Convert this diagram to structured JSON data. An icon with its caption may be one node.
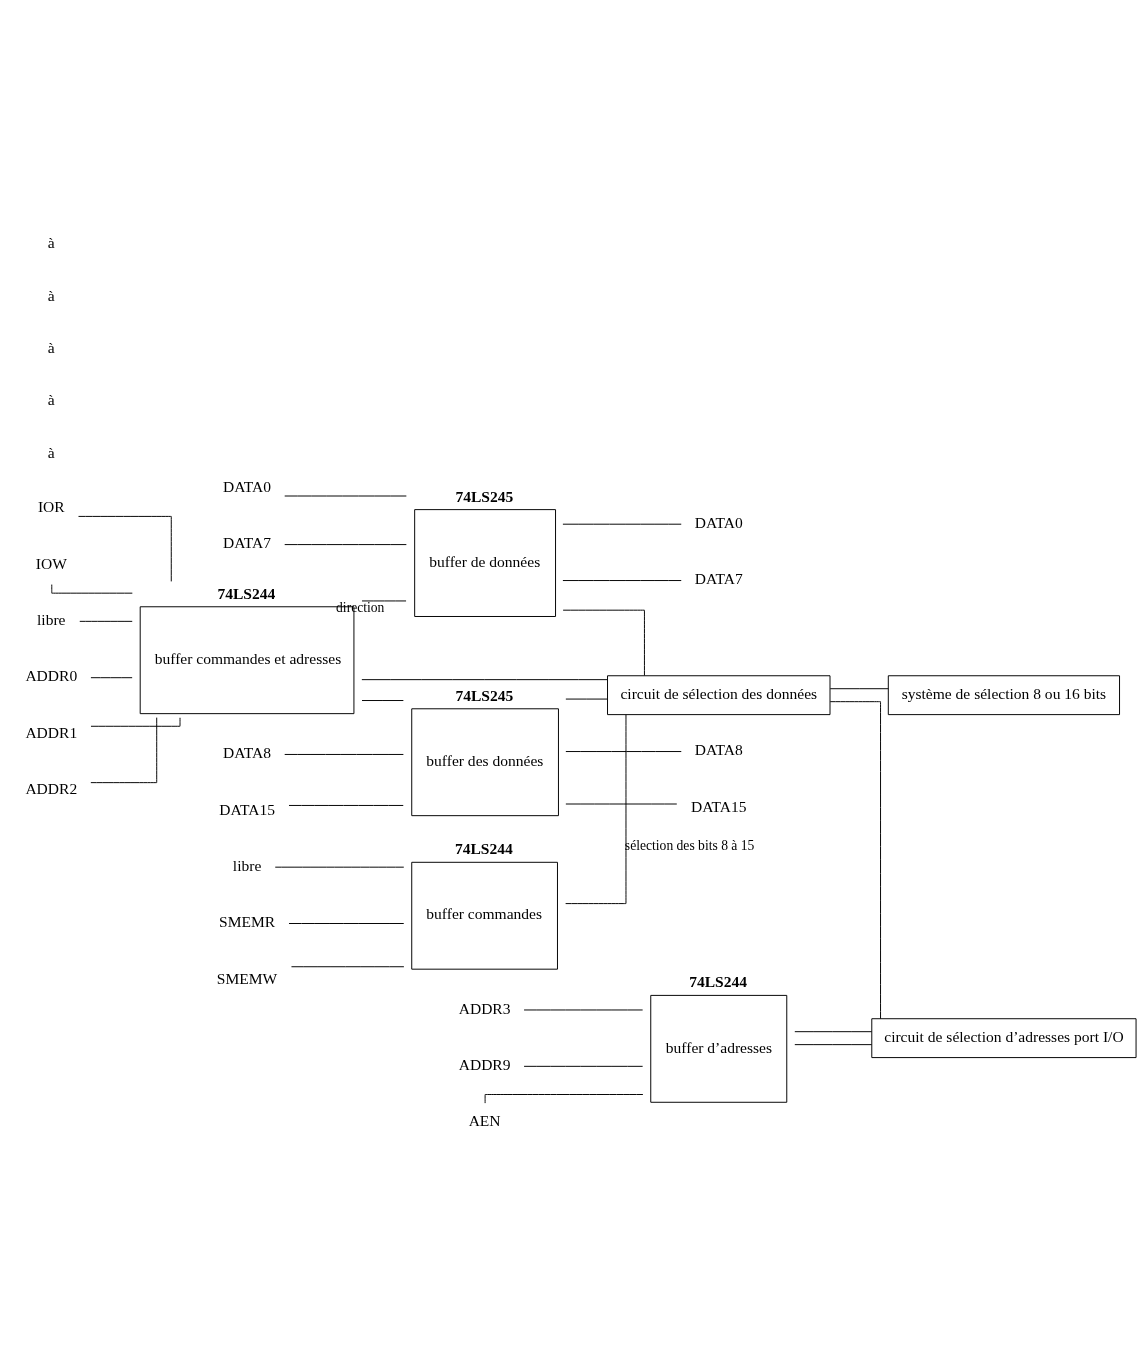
{
  "diagram": {
    "nodes": [
      {
        "text": [
          "74LS245",
          "buffer de données"
        ]
      },
      {
        "text": [
          "DATA0"
        ]
      },
      {
        "text": [
          "DATA7"
        ]
      },
      {
        "text": [
          "DATA0"
        ]
      },
      {
        "text": [
          "DATA7"
        ]
      },
      {
        "text": [
          "74LS245",
          "buffer des données"
        ]
      },
      {
        "text": [
          "DATA8"
        ]
      },
      {
        "text": [
          "DATA15"
        ]
      },
      {
        "text": [
          "DATA8"
        ]
      },
      {
        "text": [
          "DATA15"
        ]
      },
      {
        "text": [
          "74LS244",
          "buffer commandes et adresses"
        ]
      },
      {
        "text": [
          "IOR"
        ]
      },
      {
        "text": [
          "IOW"
        ]
      },
      {
        "text": [
          "libre"
        ]
      },
      {
        "text": [
          "ADDR0"
        ]
      },
      {
        "text": [
          "ADDR1"
        ]
      },
      {
        "text": [
          "ADDR2"
        ]
      },
      {
        "text": [
          "circuit de sélection des données"
        ]
      },
      {
        "text": [
          "système de sélection 8 ou 16 bits"
        ]
      },
      {
        "text": [
          "74LS244",
          "buffer d’adresses"
        ]
      },
      {
        "text": [
          "ADDR3"
        ]
      },
      {
        "text": [
          "ADDR9"
        ]
      },
      {
        "text": [
          "AEN"
        ]
      },
      {
        "text": [
          "circuit de sélection d’adresses port I/O"
        ]
      },
      {
        "text": [
          "74LS244",
          "buffer commandes"
        ]
      },
      {
        "text": [
          "libre"
        ]
      },
      {
        "text": [
          "SMEMR"
        ]
      },
      {
        "text": [
          "SMEMW"
        ]
      }
    ],
    "edges": [
      {
        "from": 1,
        "to": 0,
        "arrow": "none"
      },
      {
        "from": 2,
        "to": 0,
        "arrow": "none"
      },
      {
        "from": 0,
        "to": 3,
        "arrow": "none"
      },
      {
        "from": 0,
        "to": 4,
        "arrow": "none"
      },
      {
        "from": 6,
        "to": 5,
        "arrow": "none"
      },
      {
        "from": 7,
        "to": 5,
        "arrow": "none"
      },
      {
        "from": 5,
        "to": 8,
        "arrow": "none"
      },
      {
        "from": 5,
        "to": 9,
        "arrow": "none"
      },
      {
        "from": 11,
        "to": 10,
        "arrow": "none"
      },
      {
        "from": 12,
        "to": 10,
        "arrow": "none"
      },
      {
        "from": 13,
        "to": 10,
        "arrow": "none"
      },
      {
        "from": 14,
        "to": 10,
        "arrow": "none"
      },
      {
        "from": 15,
        "to": 10,
        "arrow": "none"
      },
      {
        "from": 16,
        "to": 10,
        "arrow": "none"
      },
      {
        "from": 10,
        "to": 0,
        "arrow": "none",
        "label": "direction"
      },
      {
        "from": 10,
        "to": 5,
        "arrow": "none"
      },
      {
        "from": 10,
        "to": 17,
        "arrow": "none"
      },
      {
        "from": 0,
        "to": 17,
        "arrow": "none"
      },
      {
        "from": 5,
        "to": 17,
        "arrow": "none"
      },
      {
        "from": 17,
        "to": 18,
        "arrow": "none"
      },
      {
        "from": 17,
        "to": 23,
        "arrow": "none"
      },
      {
        "from": 20,
        "to": 19,
        "arrow": "none"
      },
      {
        "from": 21,
        "to": 19,
        "arrow": "none"
      },
      {
        "from": 22,
        "to": 19,
        "arrow": "none"
      },
      {
        "from": 19,
        "to": 23,
        "arrow": "none"
      },
      {
        "from": 19,
        "to": 23,
        "arrow": "none"
      },
      {
        "from": 25,
        "to": 24,
        "arrow": "none"
      },
      {
        "from": 26,
        "to": 24,
        "arrow": "none"
      },
      {
        "from": 27,
        "to": 24,
        "arrow": "none"
      },
      {
        "from": 24,
        "to": 17,
        "arrow": "none",
        "label": "sélection des bits 8 à 15"
      }
    ],
    "labels": [
      "à",
      "à",
      "à",
      "à",
      "à"
    ]
  }
}
